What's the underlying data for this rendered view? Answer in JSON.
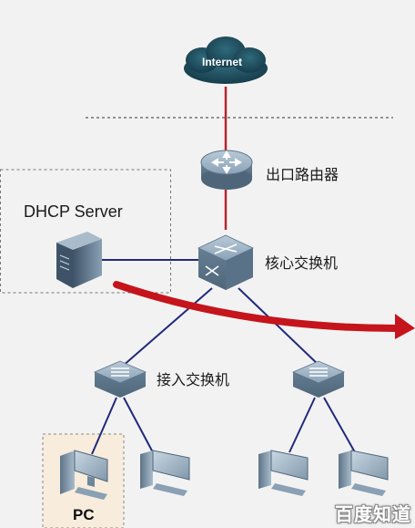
{
  "internet": {
    "label": "Internet"
  },
  "exit_router": {
    "label": "出口路由器"
  },
  "dhcp_server": {
    "label": "DHCP Server"
  },
  "core_switch": {
    "label": "核心交换机"
  },
  "access_switch": {
    "label": "接入交换机"
  },
  "pc_group": {
    "label": "PC"
  },
  "watermark": {
    "text": "百度知道"
  },
  "colors": {
    "wan_link": "#b3262e",
    "lan_link": "#1f2a7a",
    "flow_arrow": "#c5141c",
    "cloud": "#1f4d5e",
    "device": "#6f8aa1"
  },
  "icons": [
    "cloud-icon",
    "router-icon",
    "core-switch-icon",
    "access-switch-icon",
    "server-icon",
    "pc-icon"
  ]
}
